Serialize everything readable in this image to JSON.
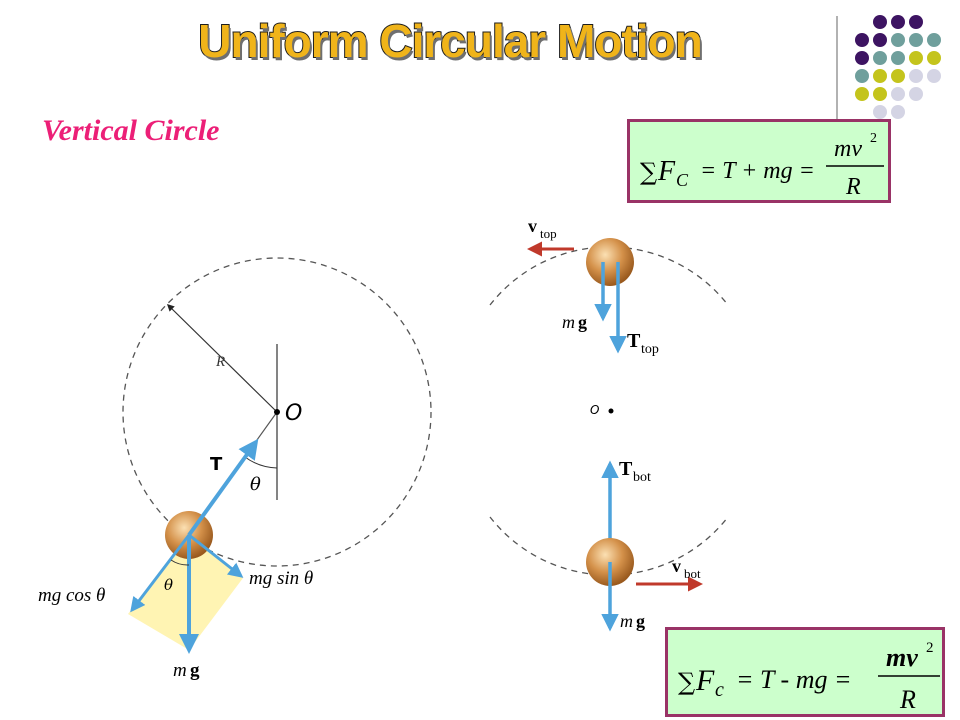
{
  "slide": {
    "title": "Uniform Circular Motion",
    "subtitle": "Vertical Circle"
  },
  "equations": {
    "top": {
      "sum": "∑",
      "F": "F",
      "sub": "C",
      "rhs": "= T + mg =",
      "num": "mv",
      "num_exp": "2",
      "den": "R"
    },
    "bottom": {
      "sum": "∑",
      "F": "F",
      "sub": "c",
      "rhs": "= T - mg =",
      "num": "mv",
      "num_exp": "2",
      "den": "R"
    }
  },
  "left_diagram": {
    "radius_label": "R",
    "center_label": "O",
    "tension_label": "T",
    "angle_label": "θ",
    "mgcos_label": "mg cos θ",
    "mgsin_label": "mg sin θ",
    "weight_label_m": "m",
    "weight_label_g": "g"
  },
  "right_diagram": {
    "v_top": "v",
    "v_top_sub": "top",
    "t_top": "T",
    "t_top_sub": "top",
    "mg_top_m": "m",
    "mg_top_g": "g",
    "center_label": "O",
    "t_bot": "T",
    "t_bot_sub": "bot",
    "v_bot": "v",
    "v_bot_sub": "bot",
    "mg_bot_m": "m",
    "mg_bot_g": "g"
  },
  "colors": {
    "title_fill": "#f0b41a",
    "subtitle": "#ec1f77",
    "eq_bg": "#ccffcc",
    "eq_border": "#993366",
    "arrow_blue": "#4ea3dc",
    "arrow_red": "#c0392b",
    "ball": "#d4914a",
    "triangle": "#fff4b3",
    "dot_purple": "#3d1462",
    "dot_teal": "#6f9f9c",
    "dot_yellow": "#c4c41c",
    "dot_lilac": "#d4d4e4"
  }
}
